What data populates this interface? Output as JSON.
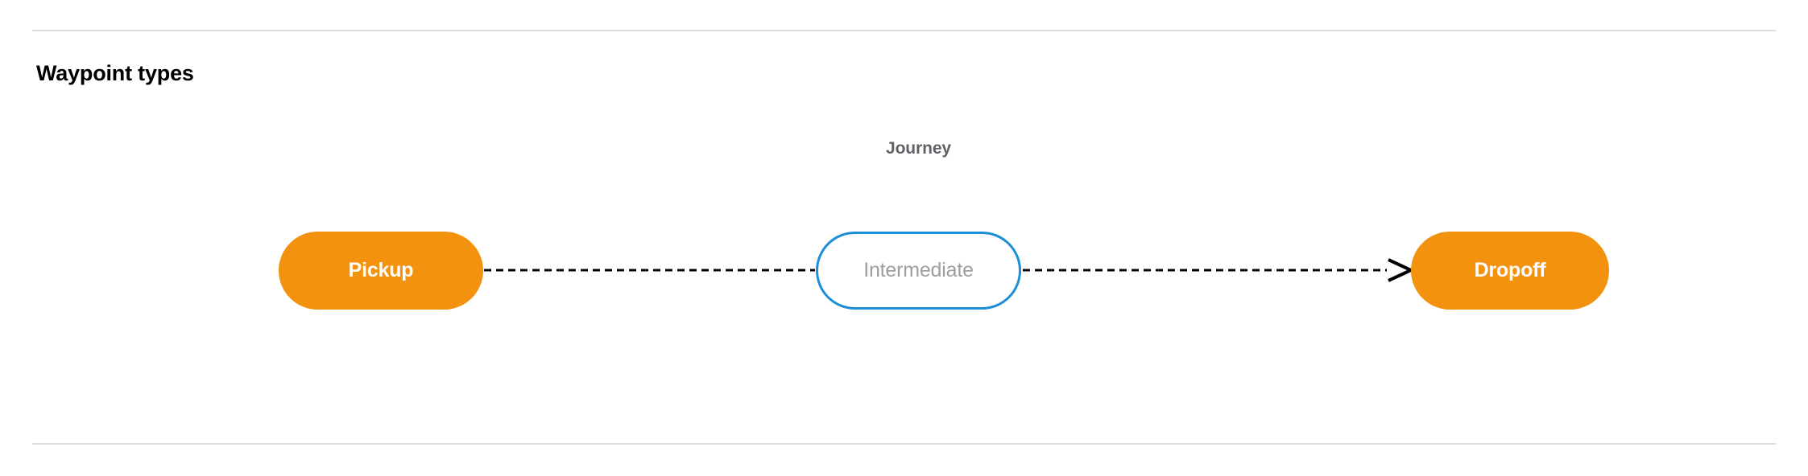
{
  "section": {
    "title": "Waypoint types"
  },
  "diagram": {
    "group_label": "Journey",
    "nodes": [
      {
        "id": "pickup",
        "label": "Pickup",
        "style": "filled",
        "fill": "#F2920F",
        "text_color": "#FFFFFF"
      },
      {
        "id": "intermediate",
        "label": "Intermediate",
        "style": "outlined",
        "fill": "#FFFFFF",
        "border_color": "#1C8FD6",
        "text_color": "#9E9E9E"
      },
      {
        "id": "dropoff",
        "label": "Dropoff",
        "style": "filled",
        "fill": "#F2920F",
        "text_color": "#FFFFFF"
      }
    ],
    "edges": [
      {
        "id": "pickup-to-intermediate",
        "from": "pickup",
        "to": "intermediate",
        "line_style": "dashed",
        "color": "#000000",
        "arrowhead": false
      },
      {
        "id": "intermediate-to-dropoff",
        "from": "intermediate",
        "to": "dropoff",
        "line_style": "dashed",
        "color": "#000000",
        "arrowhead": true
      }
    ]
  },
  "colors": {
    "divider": "#DADCE0",
    "title_text": "#000000",
    "group_label_text": "#5F6368",
    "accent_orange": "#F2920F",
    "accent_blue": "#1C8FD6",
    "muted_text": "#9E9E9E"
  }
}
